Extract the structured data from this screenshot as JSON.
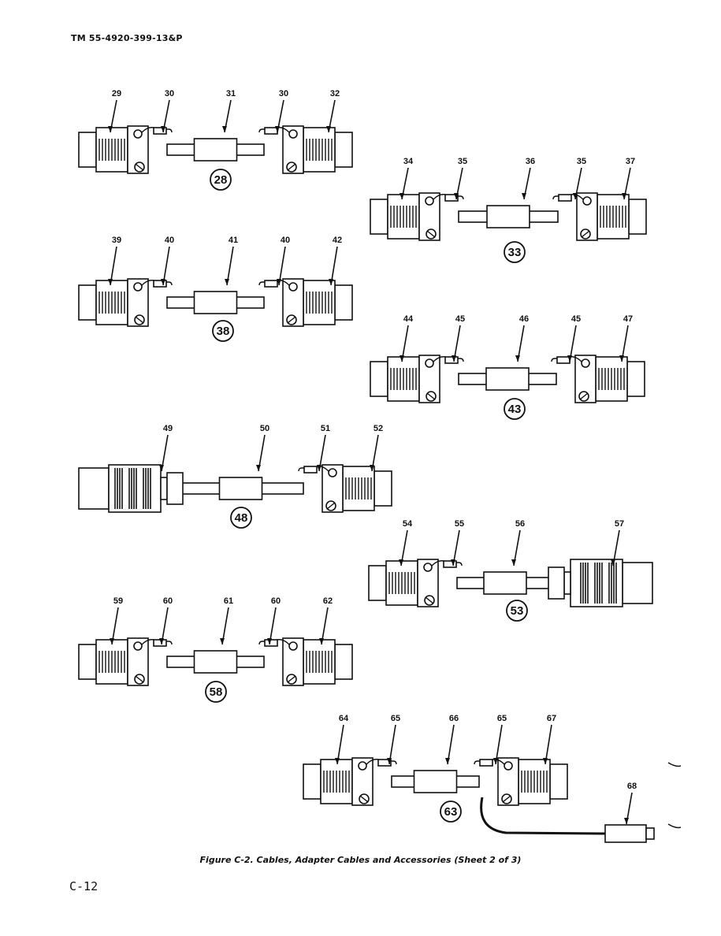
{
  "header": {
    "doc_number": "TM 55-4920-399-13&P"
  },
  "figure": {
    "caption": "Figure C-2. Cables, Adapter Cables and Accessories (Sheet 2 of 3)",
    "assemblies": [
      {
        "item": "28",
        "callouts": [
          "29",
          "30",
          "31",
          "30",
          "32"
        ]
      },
      {
        "item": "33",
        "callouts": [
          "34",
          "35",
          "36",
          "35",
          "37"
        ]
      },
      {
        "item": "38",
        "callouts": [
          "39",
          "40",
          "41",
          "40",
          "42"
        ]
      },
      {
        "item": "43",
        "callouts": [
          "44",
          "45",
          "46",
          "45",
          "47"
        ]
      },
      {
        "item": "48",
        "callouts": [
          "49",
          "50",
          "51",
          "52"
        ]
      },
      {
        "item": "53",
        "callouts": [
          "54",
          "55",
          "56",
          "57"
        ]
      },
      {
        "item": "58",
        "callouts": [
          "59",
          "60",
          "61",
          "60",
          "62"
        ]
      },
      {
        "item": "63",
        "callouts": [
          "64",
          "65",
          "66",
          "65",
          "67",
          "68"
        ]
      }
    ]
  },
  "footer": {
    "page_number": "C-12"
  }
}
